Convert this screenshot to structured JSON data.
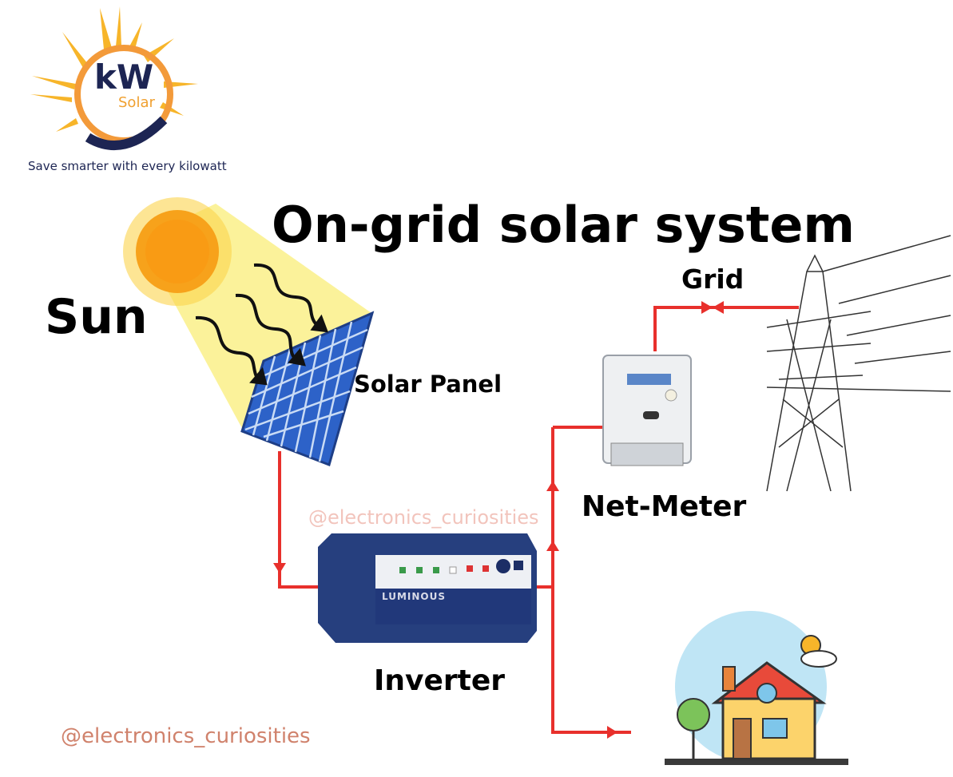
{
  "logo": {
    "kw": "kW",
    "solar": "Solar",
    "tagline": "Save smarter with every kilowatt"
  },
  "title": "On-grid solar system",
  "labels": {
    "sun": "Sun",
    "solar_panel": "Solar Panel",
    "grid": "Grid",
    "net_meter": "Net-Meter",
    "inverter": "Inverter"
  },
  "inverter_brand": "LUMINOUS",
  "watermarks": [
    "@electronics_curiosities",
    "@electronics_curiosities"
  ],
  "colors": {
    "wire": "#e8302c",
    "panel": "#2d62c8",
    "inverter": "#263f7e",
    "sun": "#f7a21b",
    "beam": "#fbf29a"
  }
}
